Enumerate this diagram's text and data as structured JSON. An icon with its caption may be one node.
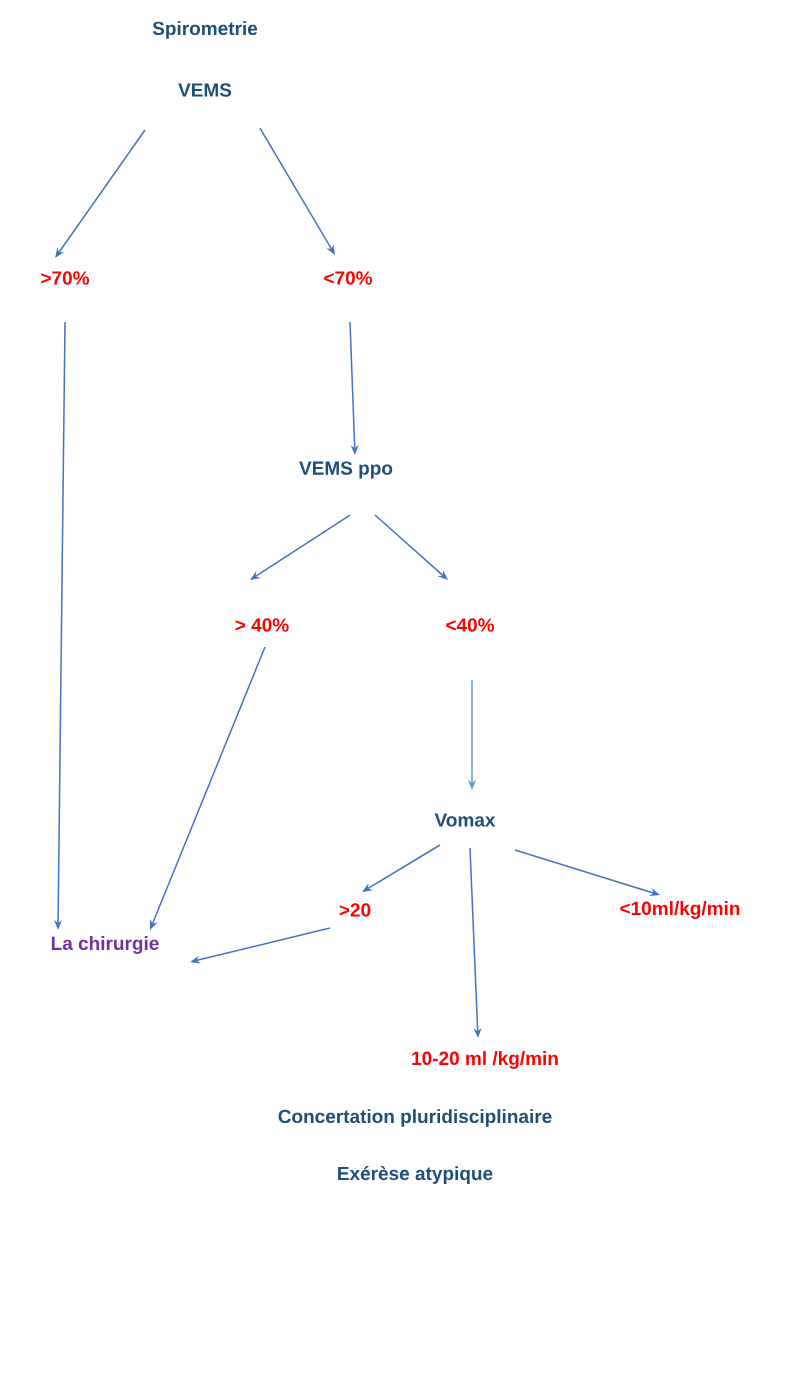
{
  "diagram": {
    "title": "Spirometrie",
    "nodes": [
      {
        "text": [
          "VEMS"
        ]
      },
      {
        "text": [
          ">70%"
        ]
      },
      {
        "text": [
          "<70%"
        ]
      },
      {
        "text": [
          "VEMS ppo"
        ]
      },
      {
        "text": [
          "> 40%"
        ]
      },
      {
        "text": [
          "<40%"
        ]
      },
      {
        "text": [
          "Vomax"
        ]
      },
      {
        "text": [
          ">20"
        ]
      },
      {
        "text": [
          "10-20 ml /kg/min"
        ]
      },
      {
        "text": [
          "<10ml/kg/min"
        ]
      },
      {
        "text": [
          "La chirurgie"
        ]
      }
    ],
    "edges": [
      {
        "from": 0,
        "to": 1,
        "arrow": "to"
      },
      {
        "from": 0,
        "to": 2,
        "arrow": "to"
      },
      {
        "from": 1,
        "to": 10,
        "arrow": "to"
      },
      {
        "from": 2,
        "to": 3,
        "arrow": "to"
      },
      {
        "from": 3,
        "to": 4,
        "arrow": "to"
      },
      {
        "from": 3,
        "to": 5,
        "arrow": "to"
      },
      {
        "from": 4,
        "to": 10,
        "arrow": "to"
      },
      {
        "from": 5,
        "to": 6,
        "arrow": "to",
        "color": "#5b9bd5"
      },
      {
        "from": 6,
        "to": 7,
        "arrow": "to"
      },
      {
        "from": 6,
        "to": 8,
        "arrow": "to"
      },
      {
        "from": 6,
        "to": 9,
        "arrow": "to"
      },
      {
        "from": 7,
        "to": 10,
        "arrow": "to"
      }
    ],
    "labels": [
      "Concertation pluridisciplinaire",
      "Exérèse atypique"
    ]
  }
}
